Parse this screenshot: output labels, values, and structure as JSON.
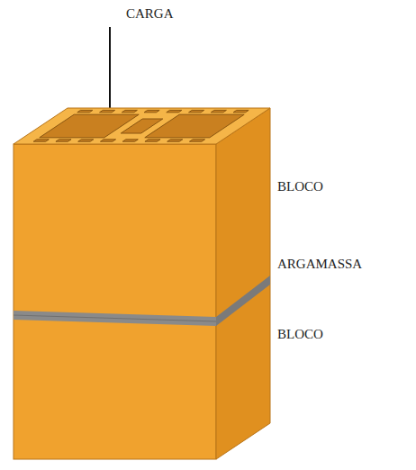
{
  "diagram": {
    "labels": [
      "CARGA",
      "BLOCO",
      "ARGAMASSA",
      "BLOCO"
    ]
  }
}
